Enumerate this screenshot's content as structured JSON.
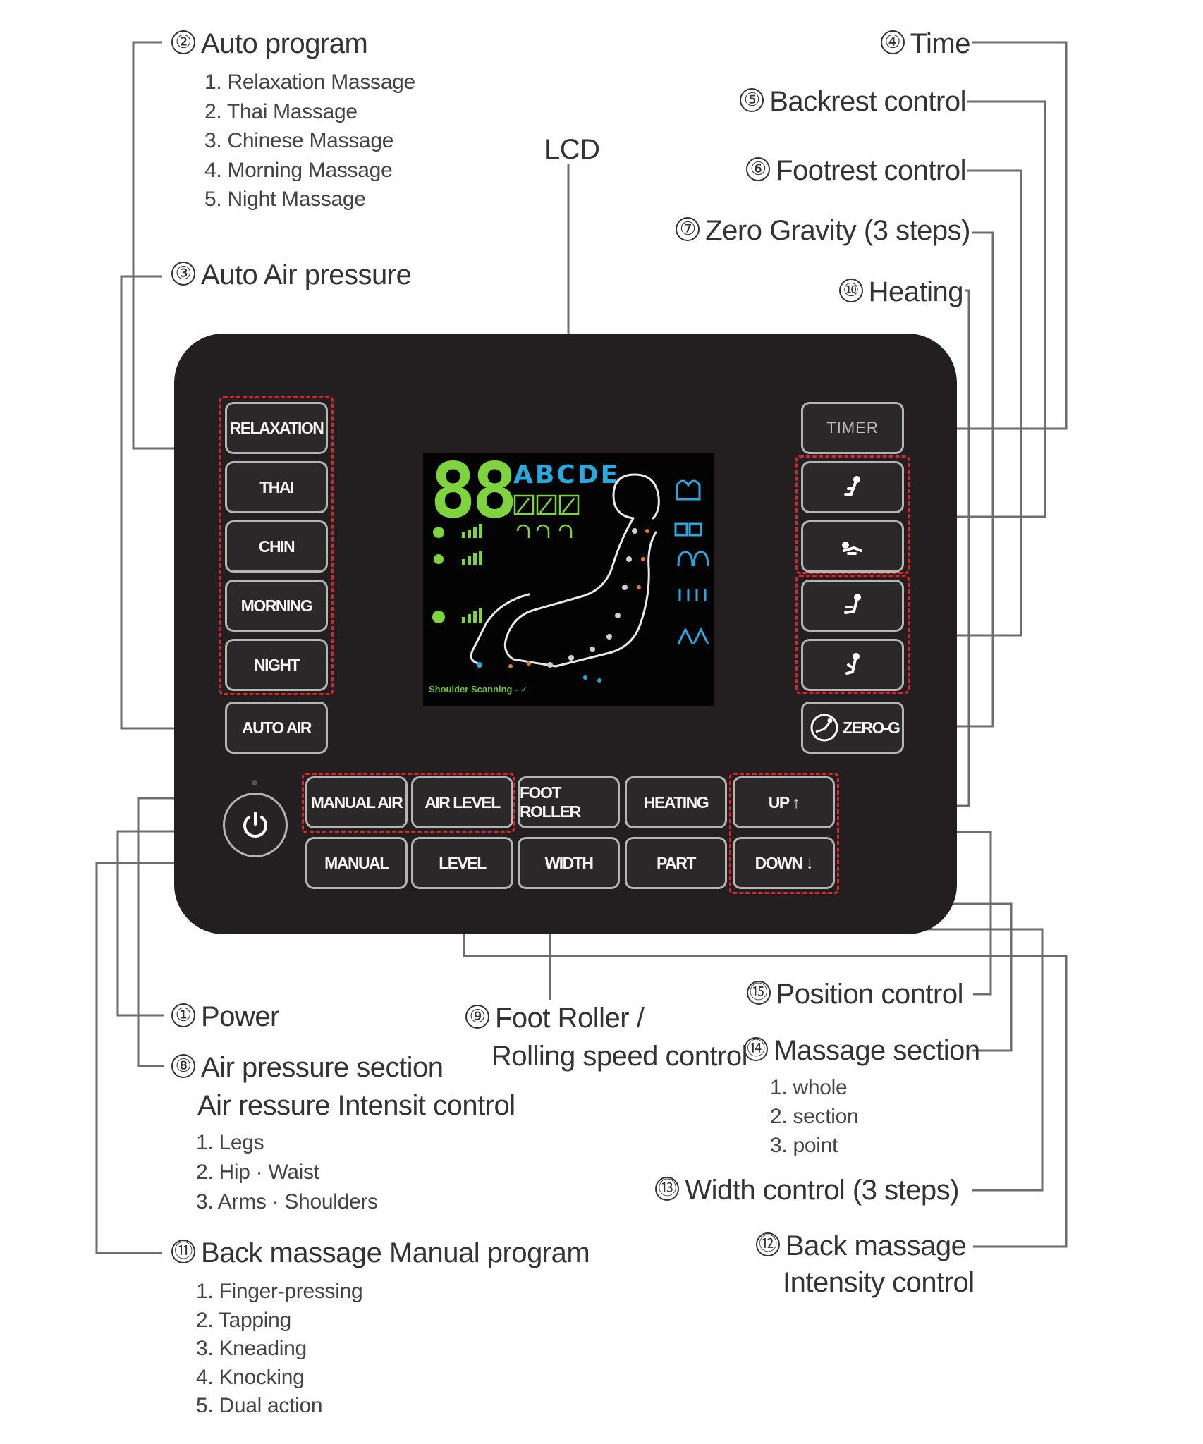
{
  "callouts": {
    "auto_program": {
      "num": "②",
      "title": "Auto program",
      "items": [
        "1. Relaxation Massage",
        "2. Thai Massage",
        "3. Chinese Massage",
        "4. Morning Massage",
        "5. Night Massage"
      ]
    },
    "auto_air": {
      "num": "③",
      "title": "Auto Air pressure"
    },
    "lcd": {
      "title": "LCD"
    },
    "time": {
      "num": "④",
      "title": "Time"
    },
    "backrest": {
      "num": "⑤",
      "title": "Backrest control"
    },
    "footrest": {
      "num": "⑥",
      "title": "Footrest control"
    },
    "zero_gravity": {
      "num": "⑦",
      "title": "Zero Gravity (3 steps)"
    },
    "heating": {
      "num": "⑩",
      "title": "Heating"
    },
    "power": {
      "num": "①",
      "title": "Power"
    },
    "air_pressure": {
      "num": "⑧",
      "title": "Air pressure section",
      "subtitle": "Air ressure Intensit control",
      "items": [
        "1. Legs",
        "2. Hip · Waist",
        "3. Arms · Shoulders"
      ]
    },
    "foot_roller": {
      "num": "⑨",
      "title": "Foot Roller /",
      "subtitle": "Rolling speed control"
    },
    "position": {
      "num": "⑮",
      "title": "Position control"
    },
    "massage_section": {
      "num": "⑭",
      "title": "Massage section",
      "items": [
        "1. whole",
        "2. section",
        "3. point"
      ]
    },
    "width": {
      "num": "⑬",
      "title": "Width control (3 steps)"
    },
    "back_intensity": {
      "num": "⑫",
      "title": "Back massage",
      "subtitle": "Intensity control"
    },
    "back_manual": {
      "num": "⑪",
      "title": "Back massage Manual program",
      "items": [
        "1. Finger-pressing",
        "2. Tapping",
        "3. Kneading",
        "4. Knocking",
        "5. Dual action"
      ]
    }
  },
  "panel": {
    "left_buttons": [
      "RELAXATION",
      "THAI",
      "CHIN",
      "MORNING",
      "NIGHT",
      "AUTO AIR"
    ],
    "right_buttons": {
      "timer": "TIMER",
      "zero_g": "ZERO-G",
      "icons": [
        "backrest-up-icon",
        "footrest-icon",
        "footrest-down-icon",
        "backrest-down-icon"
      ]
    },
    "top_row": [
      "MANUAL AIR",
      "AIR LEVEL",
      "FOOT ROLLER",
      "HEATING",
      "UP ↑"
    ],
    "bottom_row": [
      "MANUAL",
      "LEVEL",
      "WIDTH",
      "PART",
      "DOWN ↓"
    ],
    "lcd": {
      "digits": "88",
      "letters": "ABCDE",
      "footer": "Shoulder Scanning - ✓"
    }
  },
  "colors": {
    "panel": "#231f20",
    "callout_line": "#6d6d6d",
    "highlight": "#d6262b",
    "lcd_green": "#7fd33c",
    "lcd_blue": "#28a9e0"
  }
}
